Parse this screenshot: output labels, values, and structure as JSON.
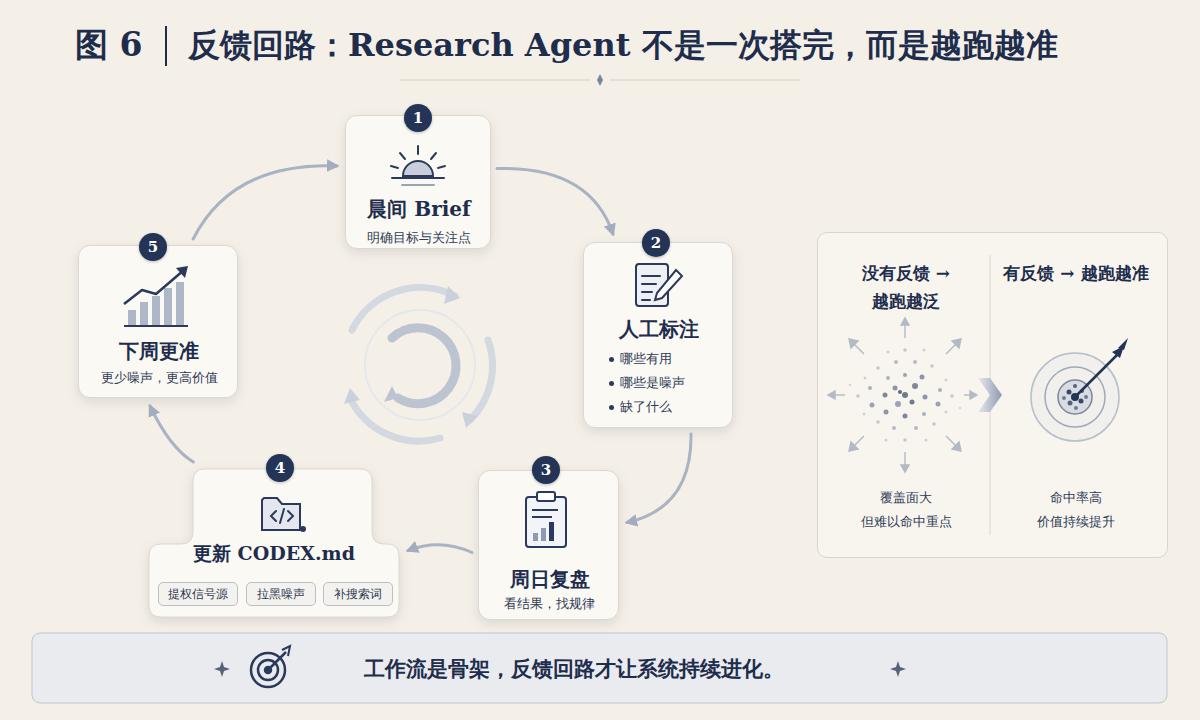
{
  "diagram": {
    "title": "反馈回路：Research Agent 不是一次搭完，而是越跑越准",
    "caption": "工作流是骨架，反馈回路才让系统持续进化。",
    "nodes": [
      {
        "text": [
          "晨间 Brief",
          "明确目标与关注点"
        ]
      },
      {
        "text": [
          "人工标注",
          "哪些有用",
          "哪些是噪声",
          "缺了什么"
        ]
      },
      {
        "text": [
          "周日复盘",
          "看结果，找规律"
        ]
      },
      {
        "text": [
          "更新 CODEX.md"
        ]
      },
      {
        "text": [
          "提权信号源"
        ],
        "in": 3
      },
      {
        "text": [
          "拉黑噪声"
        ],
        "in": 3
      },
      {
        "text": [
          "补搜索词"
        ],
        "in": 3
      },
      {
        "text": [
          "下周更准",
          "更少噪声，更高价值"
        ]
      },
      {
        "text": [
          "没有反馈 → 越跑越泛",
          "覆盖面大 但难以命中重点",
          "有反馈 → 越跑越准",
          "命中率高 价值持续提升"
        ]
      }
    ],
    "edges": [
      {
        "from": 0,
        "to": 1,
        "arrow": "to"
      },
      {
        "from": 1,
        "to": 2,
        "arrow": "to"
      },
      {
        "from": 2,
        "to": 3,
        "arrow": "to"
      },
      {
        "from": 3,
        "to": 7,
        "arrow": "to"
      },
      {
        "from": 7,
        "to": 0,
        "arrow": "to"
      }
    ],
    "labels": [
      "图 6",
      "1",
      "2",
      "3",
      "4",
      "5"
    ]
  }
}
